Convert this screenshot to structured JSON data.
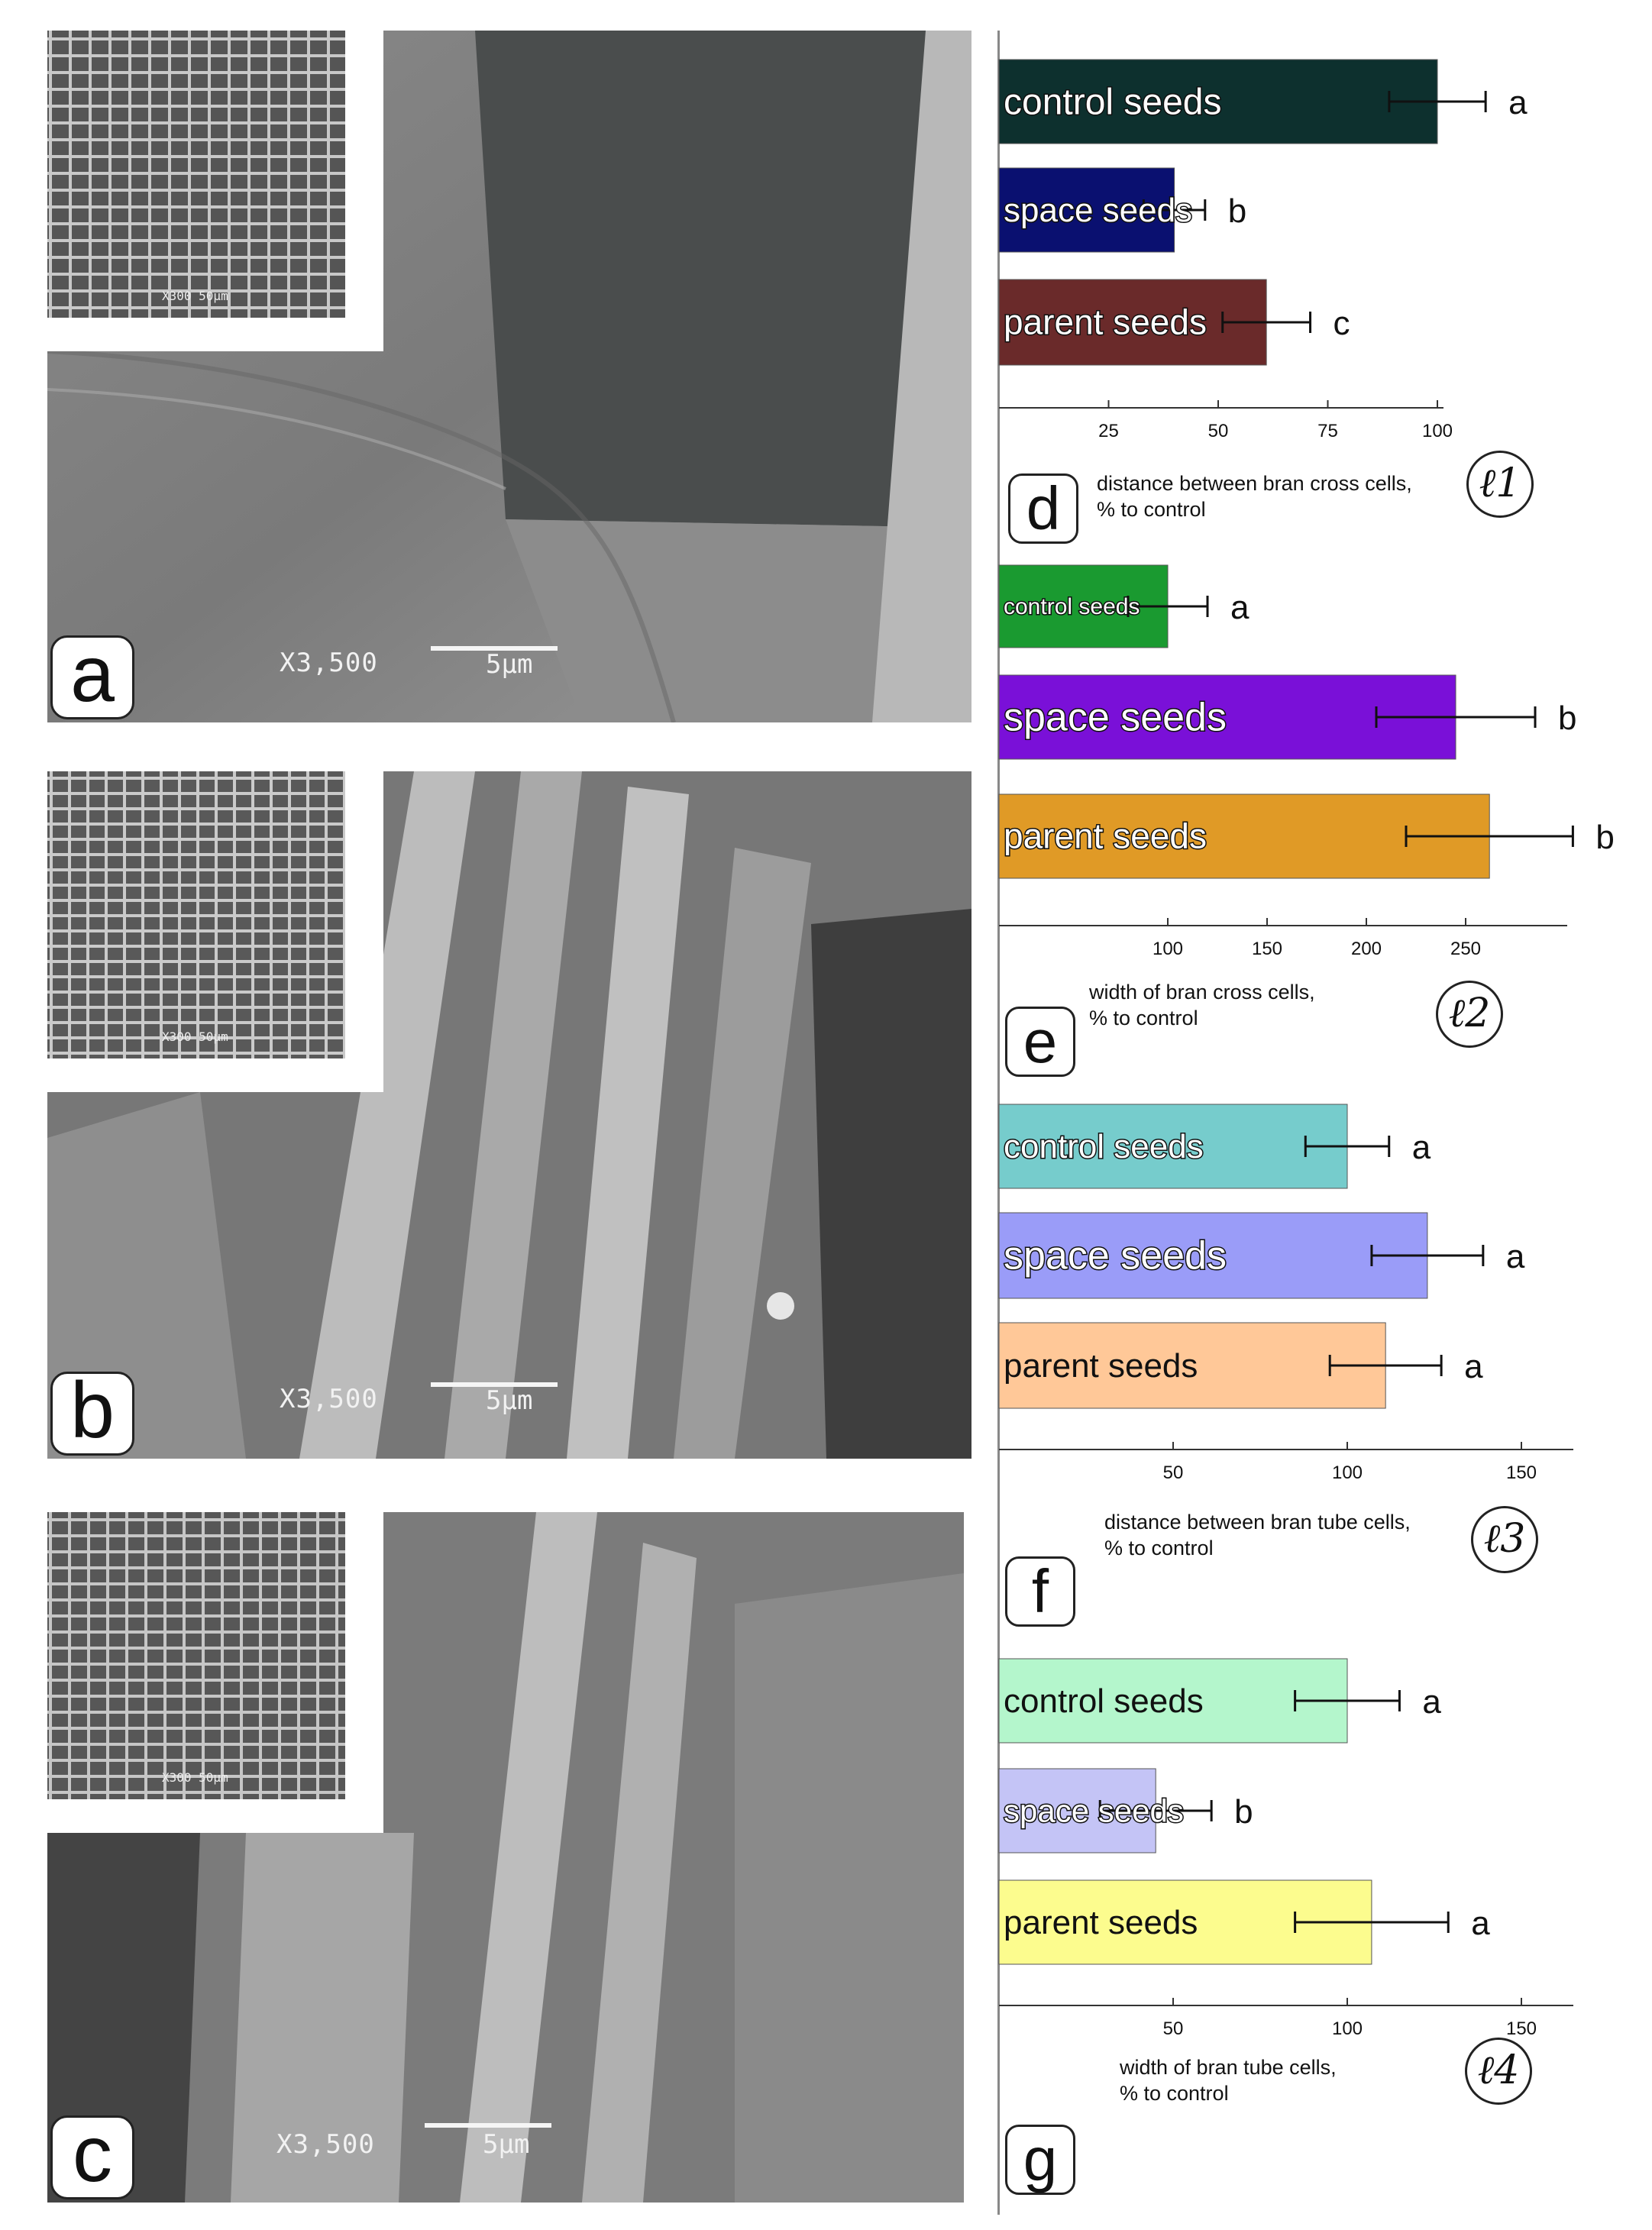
{
  "sem_panels": [
    {
      "letter": "a",
      "magnification": "X3,500",
      "scale": "5µm",
      "inset_label": "X300  50µm"
    },
    {
      "letter": "b",
      "magnification": "X3,500",
      "scale": "5µm",
      "inset_label": "X300  50µm"
    },
    {
      "letter": "c",
      "magnification": "X3,500",
      "scale": "5µm",
      "inset_label": "X300  50µm"
    }
  ],
  "chart_data": [
    {
      "type": "bar",
      "orientation": "horizontal",
      "letter": "d",
      "panel_id": "1",
      "axis_title": "distance between bran cross cells,\n% to control",
      "categories": [
        "control seeds",
        "space seeds",
        "parent seeds"
      ],
      "values": [
        100,
        40,
        61
      ],
      "errors": [
        11,
        7,
        10
      ],
      "significance": [
        "a",
        "b",
        "c"
      ],
      "colors": [
        "#0d302e",
        "#0a1070",
        "#6a2a2a"
      ],
      "label_style": [
        "outlined",
        "outlined",
        "outlined"
      ],
      "xlim": [
        0,
        100
      ],
      "xticks": [
        25,
        50,
        75,
        100
      ]
    },
    {
      "type": "bar",
      "orientation": "horizontal",
      "letter": "e",
      "panel_id": "2",
      "axis_title": "width of bran cross cells,\n% to control",
      "categories": [
        "control seeds",
        "space seeds",
        "parent seeds"
      ],
      "values": [
        100,
        245,
        262
      ],
      "errors": [
        20,
        40,
        42
      ],
      "significance": [
        "a",
        "b",
        "b"
      ],
      "colors": [
        "#1a9a30",
        "#7a10d8",
        "#e09a26"
      ],
      "label_style": [
        "outlined",
        "outlined",
        "outlined"
      ],
      "xlim": [
        15,
        300
      ],
      "xticks": [
        100,
        150,
        200,
        250
      ]
    },
    {
      "type": "bar",
      "orientation": "horizontal",
      "letter": "f",
      "panel_id": "3",
      "axis_title": "distance between bran tube cells,\n% to control",
      "categories": [
        "control seeds",
        "space seeds",
        "parent seeds"
      ],
      "values": [
        100,
        123,
        111
      ],
      "errors": [
        12,
        16,
        16
      ],
      "significance": [
        "a",
        "a",
        "a"
      ],
      "colors": [
        "#76cccc",
        "#9a9cf8",
        "#ffc898"
      ],
      "label_style": [
        "outlined",
        "outlined",
        "plain"
      ],
      "xlim": [
        0,
        160
      ],
      "xticks": [
        50,
        100,
        150
      ]
    },
    {
      "type": "bar",
      "orientation": "horizontal",
      "letter": "g",
      "panel_id": "4",
      "axis_title": "width of bran tube cells,\n% to control",
      "categories": [
        "control seeds",
        "space seeds",
        "parent seeds"
      ],
      "values": [
        100,
        45,
        107
      ],
      "errors": [
        15,
        16,
        22
      ],
      "significance": [
        "a",
        "b",
        "a"
      ],
      "colors": [
        "#b4f6cc",
        "#c4c4f6",
        "#fcfc8e"
      ],
      "label_style": [
        "plain",
        "outlined",
        "plain"
      ],
      "xlim": [
        0,
        160
      ],
      "xticks": [
        50,
        100,
        150
      ]
    }
  ]
}
